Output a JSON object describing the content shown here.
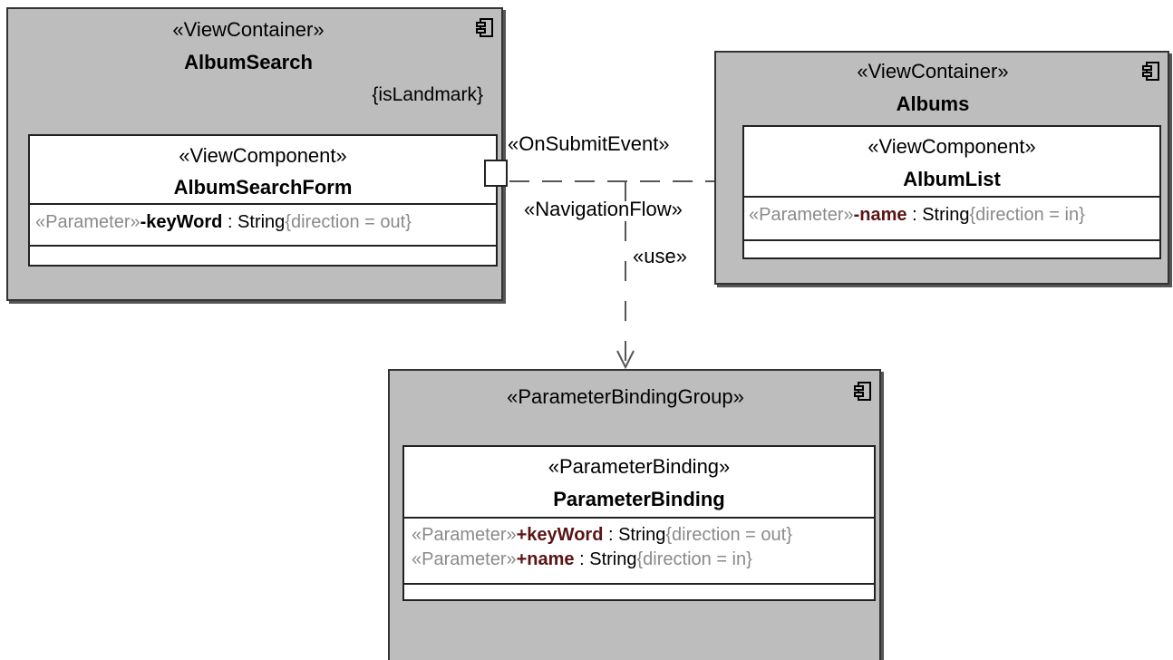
{
  "album_search": {
    "stereotype": "«ViewContainer»",
    "name": "AlbumSearch",
    "tagged": "{isLandmark}",
    "component": {
      "stereotype": "«ViewComponent»",
      "name": "AlbumSearchForm",
      "attributes": [
        {
          "stereo": "«Parameter»",
          "vis_name": "-keyWord",
          "type": " : String",
          "constraint": "{direction = out}"
        }
      ]
    }
  },
  "albums": {
    "stereotype": "«ViewContainer»",
    "name": "Albums",
    "component": {
      "stereotype": "«ViewComponent»",
      "name": "AlbumList",
      "attributes": [
        {
          "stereo": "«Parameter»",
          "vis_name": "-name",
          "type": " : String",
          "constraint": "{direction = in}"
        }
      ]
    }
  },
  "binding_group": {
    "stereotype": "«ParameterBindingGroup»",
    "component": {
      "stereotype": "«ParameterBinding»",
      "name": "ParameterBinding",
      "attributes": [
        {
          "stereo": "«Parameter»",
          "vis_name": "+keyWord",
          "type": " : String",
          "constraint": "{direction = out}"
        },
        {
          "stereo": "«Parameter»",
          "vis_name": "+name",
          "type": " : String",
          "constraint": "{direction = in}"
        }
      ]
    }
  },
  "edges": {
    "event_label": "«OnSubmitEvent»",
    "flow_label": "«NavigationFlow»",
    "use_label": "«use»"
  },
  "icons": {
    "component": "component-icon"
  }
}
